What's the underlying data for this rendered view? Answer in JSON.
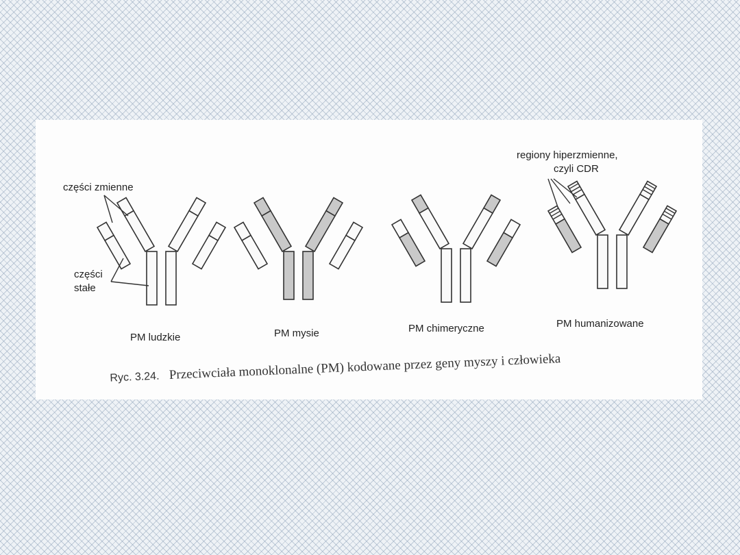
{
  "labels": {
    "variable_parts": "części zmienne",
    "constant_parts_line1": "części",
    "constant_parts_line2": "stałe",
    "cdr_line1": "regiony hiperzmienne,",
    "cdr_line2": "czyli CDR"
  },
  "antibodies": [
    {
      "name": "PM ludzkie"
    },
    {
      "name": "PM mysie"
    },
    {
      "name": "PM chimeryczne"
    },
    {
      "name": "PM humanizowane"
    }
  ],
  "caption": {
    "label": "Ryc. 3.24.",
    "text": "Przeciwciała monoklonalne (PM) kodowane przez geny myszy i człowieka"
  },
  "colors": {
    "human_region": "#fafafa",
    "mouse_region": "#c9c9c9",
    "outline": "#333333"
  }
}
